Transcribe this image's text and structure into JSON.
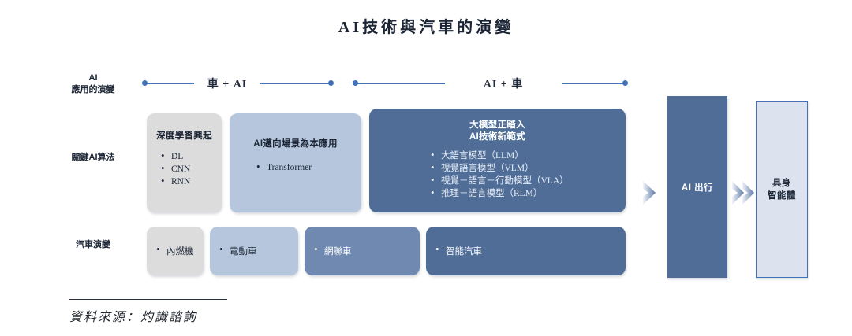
{
  "title": "AI技術與汽車的演變",
  "row_labels": {
    "evolution": "AI\n應用的演變",
    "evolution_line1": "AI",
    "evolution_line2": "應用的演變",
    "algorithms": "關鍵AI算法",
    "automobile": "汽車演變"
  },
  "timeline": {
    "segment_1_label": "車 + AI",
    "segment_2_label": "AI + 車",
    "accent_color": "#4472b8"
  },
  "algorithm_cards": [
    {
      "title": "深度學習興起",
      "bullets": [
        "DL",
        "CNN",
        "RNN"
      ],
      "color": "#dcdcdc",
      "text_color": "#1b2535"
    },
    {
      "title": "AI邁向場景為本應用",
      "bullets": [
        "Transformer"
      ],
      "color": "#b6c6dc",
      "text_color": "#1b2535"
    },
    {
      "title_line1": "大模型正踏入",
      "title_line2": "AI技術新範式",
      "bullets": [
        "大語言模型（LLM）",
        "視覺語言模型（VLM）",
        "視覺－語言－行動模型（VLA）",
        "推理－語言模型（RLM）"
      ],
      "color": "#4f6d96",
      "text_color": "#ffffff"
    }
  ],
  "automobile_cards": [
    {
      "label": "內燃機",
      "color": "#dcdcdc",
      "text_color": "#1b2535"
    },
    {
      "label": "電動車",
      "color": "#b6c6dc",
      "text_color": "#1b2535"
    },
    {
      "label": "網聯車",
      "color": "#7089b0",
      "text_color": "#ffffff"
    },
    {
      "label": "智能汽車",
      "color": "#4f6d96",
      "text_color": "#ffffff"
    }
  ],
  "right_panels": {
    "ai_mobility": "AI 出行",
    "embodied_line1": "具身",
    "embodied_line2": "智能體",
    "ai_mobility_color": "#4f6d96",
    "embodied_color": "#dce3ee",
    "embodied_border": "#4472b8"
  },
  "footer": {
    "source": "資料來源：灼識諮詢"
  }
}
